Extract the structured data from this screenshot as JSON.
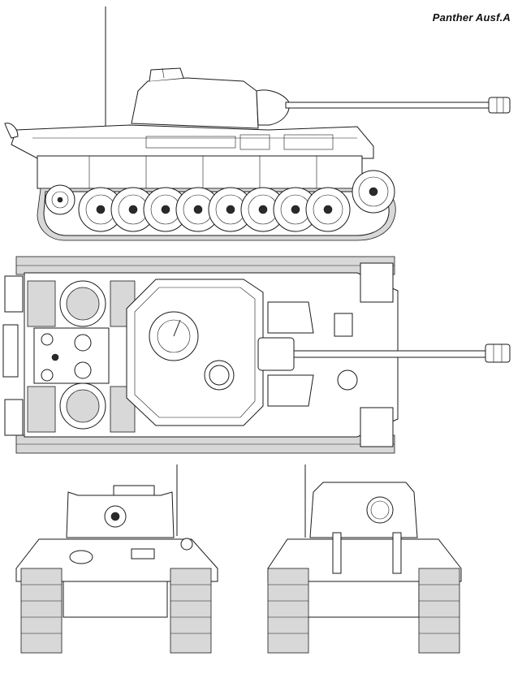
{
  "drawing": {
    "title": "Panther Ausf.A",
    "views": [
      "side-view",
      "top-view",
      "front-view",
      "rear-view"
    ]
  }
}
